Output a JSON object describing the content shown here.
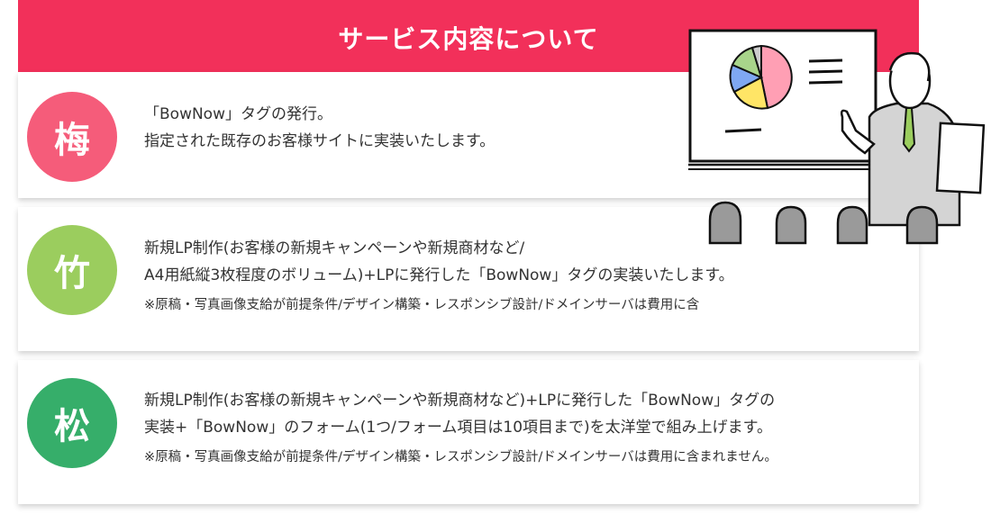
{
  "header": {
    "title": "サービス内容について"
  },
  "plans": [
    {
      "badge": "梅",
      "color": "#f55c7a",
      "lines": [
        "「BowNow」タグの発行。",
        "指定された既存のお客様サイトに実装いたします。"
      ],
      "note": ""
    },
    {
      "badge": "竹",
      "color": "#9bcd5e",
      "lines": [
        "新規LP制作(お客様の新規キャンペーンや新規商材など/",
        "A4用紙縦3枚程度のボリューム)+LPに発行した「BowNow」タグの実装いたします。"
      ],
      "note": "※原稿・写真画像支給が前提条件/デザイン構築・レスポンシブ設計/ドメインサーバは費用に含"
    },
    {
      "badge": "松",
      "color": "#36ae6a",
      "lines": [
        "新規LP制作(お客様の新規キャンペーンや新規商材など)+LPに発行した「BowNow」タグの",
        "実装+「BowNow」のフォーム(1つ/フォーム項目は10項目まで)を太洋堂で組み上げます。"
      ],
      "note": "※原稿・写真画像支給が前提条件/デザイン構築・レスポンシブ設計/ドメインサーバは費用に含まれません。"
    }
  ]
}
